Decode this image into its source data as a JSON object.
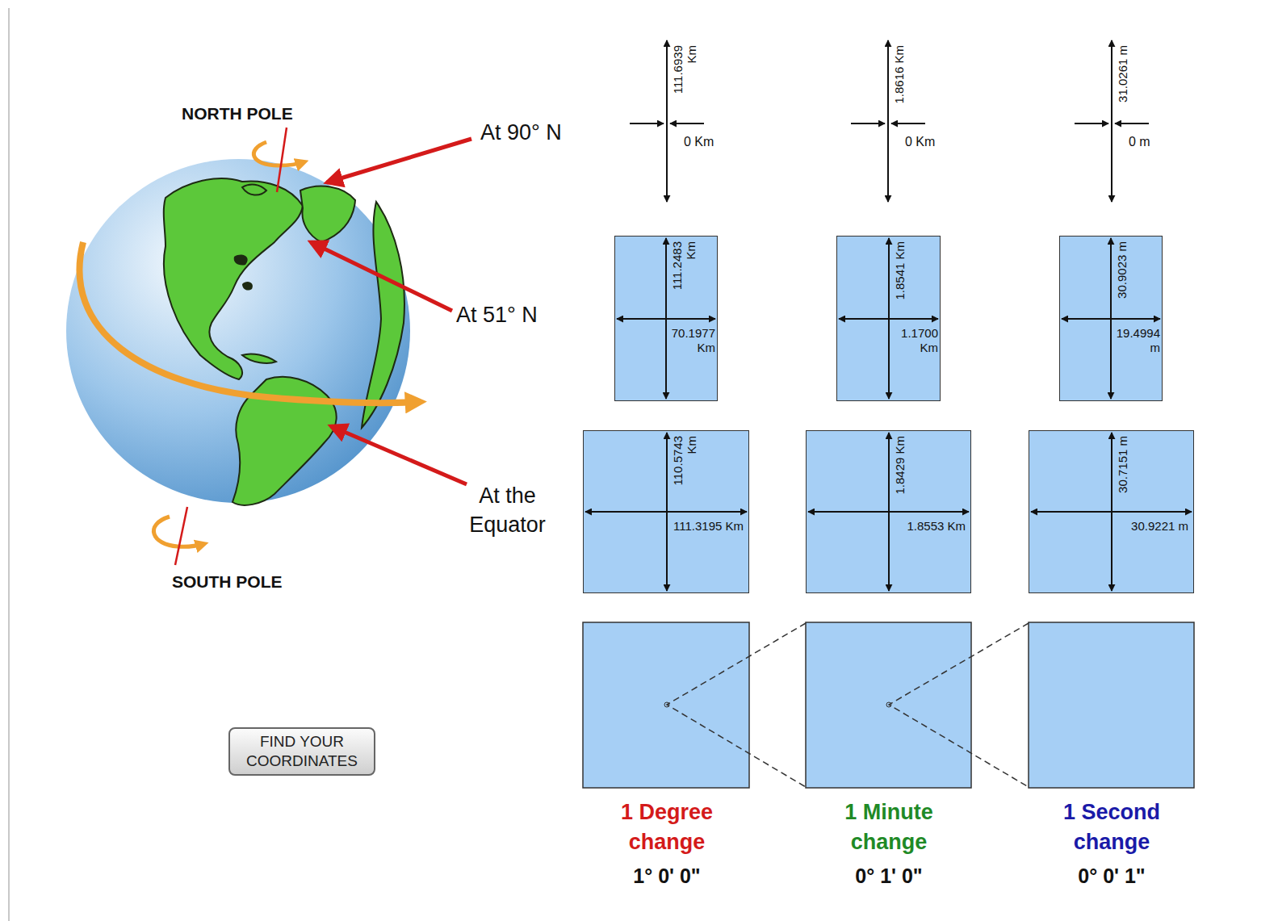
{
  "diagram": {
    "nodes": [
      {
        "text": [
          "FIND YOUR COORDINATES"
        ]
      },
      {
        "text": [
          "111.2483 Km",
          "70.1977 Km"
        ]
      },
      {
        "text": [
          "1.8541 Km",
          "1.1700 Km"
        ]
      },
      {
        "text": [
          "30.9023 m",
          "19.4994 m"
        ]
      },
      {
        "text": [
          "110.5743 Km",
          "111.3195 Km"
        ]
      },
      {
        "text": [
          "1.8429 Km",
          "1.8553 Km"
        ]
      },
      {
        "text": [
          "30.7151 m",
          "30.9221 m"
        ]
      }
    ],
    "labels": [
      "NORTH POLE",
      "SOUTH POLE",
      "At 90° N",
      "At 51° N",
      "At the Equator",
      "111.6939 Km",
      "0 Km",
      "1.8616 Km",
      "0 Km",
      "31.0261 m",
      "0 m",
      "1 Degree change",
      "1° 0' 0\"",
      "1 Minute change",
      "0° 1' 0\"",
      "1 Second change",
      "0° 0' 1\""
    ]
  }
}
